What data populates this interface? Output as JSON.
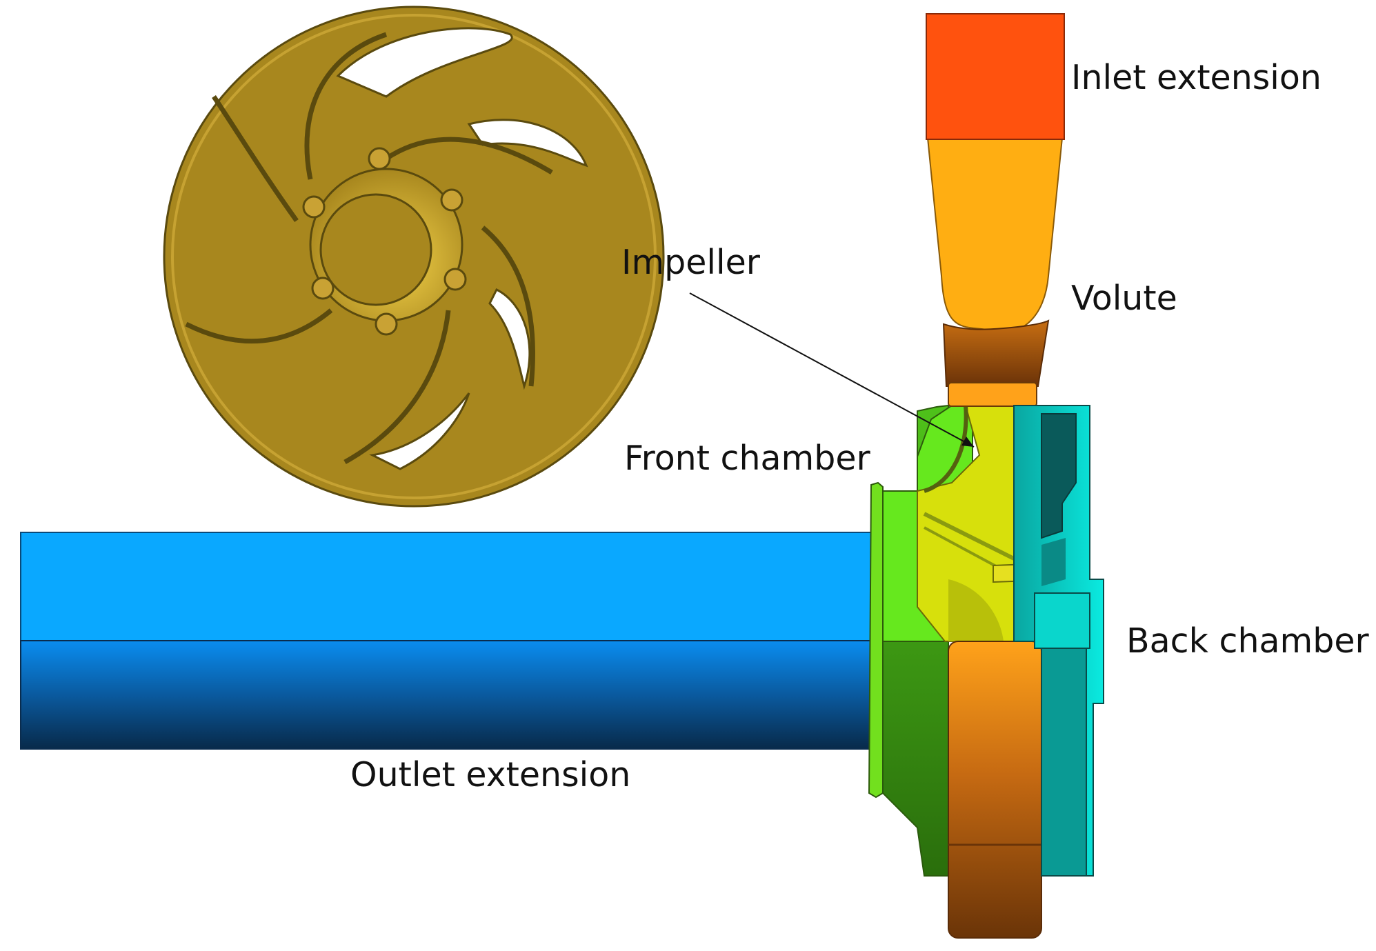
{
  "labels": {
    "inlet_extension": "Inlet extension",
    "volute": "Volute",
    "impeller": "Impeller",
    "front_chamber": "Front chamber",
    "back_chamber": "Back chamber",
    "outlet_extension": "Outlet extension"
  },
  "colors": {
    "inlet_extension": "#FF520E",
    "volute": "#FFAE12",
    "impeller": "#A8871E",
    "impeller_section": "#D7E00C",
    "front_chamber": "#66E81E",
    "back_chamber": "#0FEAE0",
    "outlet_extension": "#0AA8FF",
    "outlet_extension_dark": "#0A2C4E"
  }
}
